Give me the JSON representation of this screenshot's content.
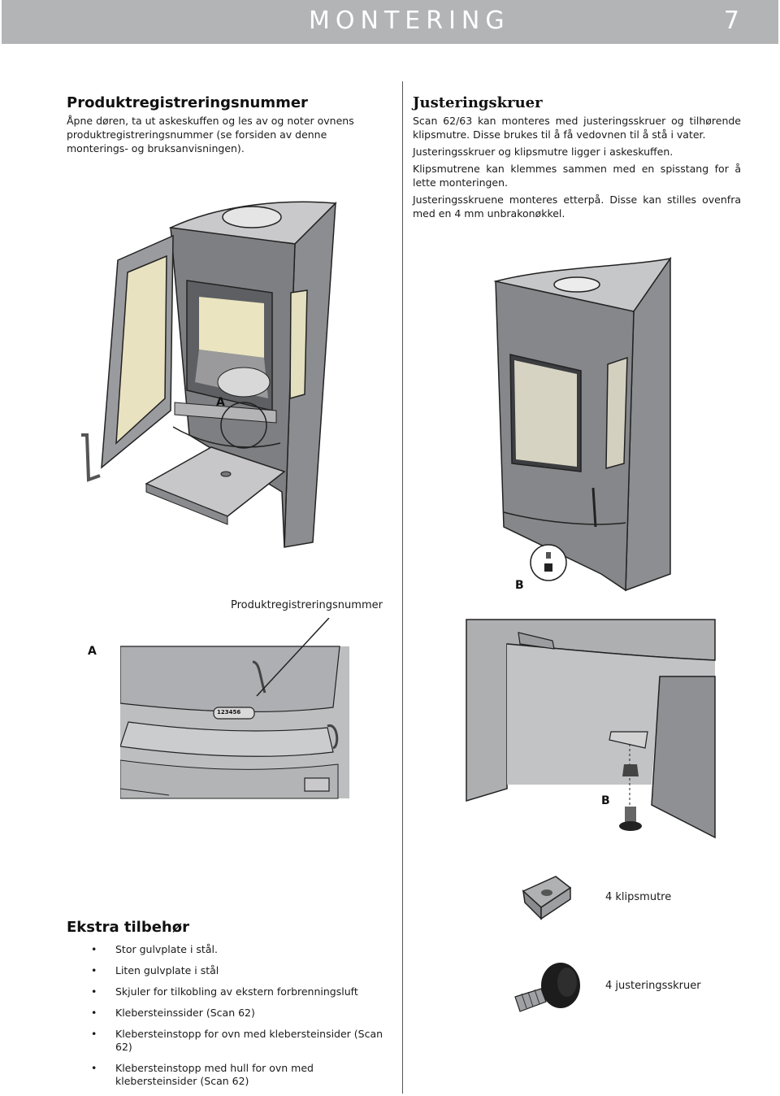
{
  "header": {
    "title": "MONTERING",
    "page_number": "7"
  },
  "left": {
    "heading": "Produktregistreringsnummer",
    "body": "Åpne døren, ta ut askeskuffen og les av og noter ovnens produktregistreringsnummer (se forsiden av denne monterings- og bruksanvisningen)."
  },
  "right": {
    "heading": "Justeringskruer",
    "paragraphs": [
      "Scan 62/63 kan monteres med justeringsskruer og tilhørende klipsmutre. Disse brukes til å få vedovnen til å stå i vater.",
      "Justeringsskruer og klipsmutre ligger i askeskuffen.",
      "Klipsmutrene kan klemmes sammen med en spisstang for å lette monteringen.",
      "Justeringsskruene monteres etterpå. Disse kan stilles ovenfra med en 4 mm unbrakonøkkel."
    ]
  },
  "figure_labels": {
    "a_small": "A",
    "b_small": "B",
    "a_detail": "A",
    "b_detail": "B",
    "reg_number_label": "Produktregistreringsnummer",
    "plate_number": "123456"
  },
  "accessories": {
    "heading": "Ekstra tilbehør",
    "items": [
      "Stor gulvplate i stål.",
      "Liten gulvplate i stål",
      "Skjuler for tilkobling av ekstern forbrenningsluft",
      "Klebersteinssider (Scan 62)",
      "Klebersteinstopp for ovn med klebersteinsider (Scan 62)",
      "Klebersteinstopp med hull for ovn med klebersteinsider (Scan 62)"
    ]
  },
  "parts": {
    "clip_nut_label": "4 klipsmutre",
    "screw_label": "4 justeringsskruer"
  }
}
